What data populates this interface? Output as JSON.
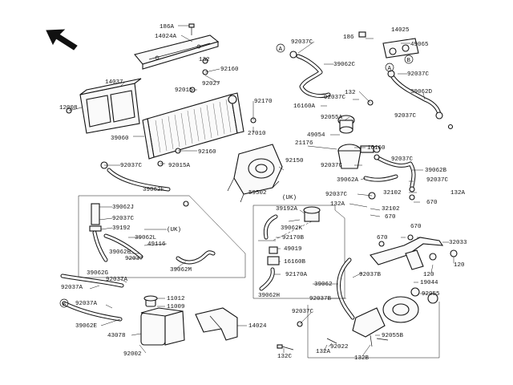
{
  "labels": [
    {
      "id": "l186a",
      "text": "186A"
    },
    {
      "id": "l14024a",
      "text": "14024A"
    },
    {
      "id": "l132_a",
      "text": "132"
    },
    {
      "id": "l92160_a",
      "text": "92160"
    },
    {
      "id": "l92027",
      "text": "92027"
    },
    {
      "id": "l92015",
      "text": "92015"
    },
    {
      "id": "l14037",
      "text": "14037"
    },
    {
      "id": "l12008",
      "text": "12008"
    },
    {
      "id": "l92170",
      "text": "92170"
    },
    {
      "id": "l27010",
      "text": "27010"
    },
    {
      "id": "l39060",
      "text": "39060"
    },
    {
      "id": "l92160_b",
      "text": "92160"
    },
    {
      "id": "l92037c_a",
      "text": "92037C"
    },
    {
      "id": "l92015a",
      "text": "92015A"
    },
    {
      "id": "l92037c_b",
      "text": "92037C"
    },
    {
      "id": "l39062c",
      "text": "39062C"
    },
    {
      "id": "l186",
      "text": "186"
    },
    {
      "id": "l14025",
      "text": "14025"
    },
    {
      "id": "l49065",
      "text": "49065"
    },
    {
      "id": "l92037c_c",
      "text": "92037C"
    },
    {
      "id": "l39062d",
      "text": "39062D"
    },
    {
      "id": "l132_b",
      "text": "132"
    },
    {
      "id": "l92037c_d",
      "text": "92037C"
    },
    {
      "id": "l16160a",
      "text": "16160A"
    },
    {
      "id": "l92055a",
      "text": "92055A"
    },
    {
      "id": "l92037c_e",
      "text": "92037C"
    },
    {
      "id": "l49054",
      "text": "49054"
    },
    {
      "id": "l21176",
      "text": "21176"
    },
    {
      "id": "l16160",
      "text": "16160"
    },
    {
      "id": "l92150",
      "text": "92150"
    },
    {
      "id": "l92037c_f",
      "text": "92037C"
    },
    {
      "id": "l92037c_g",
      "text": "92037C"
    },
    {
      "id": "l39062b",
      "text": "39062B"
    },
    {
      "id": "l39062a",
      "text": "39062A"
    },
    {
      "id": "l92037c_h",
      "text": "92037C"
    },
    {
      "id": "l39062f",
      "text": "39062F"
    },
    {
      "id": "l59502",
      "text": "59502"
    },
    {
      "id": "l92037c_i",
      "text": "92037C"
    },
    {
      "id": "l32102_a",
      "text": "32102"
    },
    {
      "id": "l132a_a",
      "text": "132A"
    },
    {
      "id": "l670_a",
      "text": "670"
    },
    {
      "id": "l132a_b",
      "text": "132A"
    },
    {
      "id": "l32102_b",
      "text": "32102"
    },
    {
      "id": "l670_b",
      "text": "670"
    },
    {
      "id": "l39062j",
      "text": "39062J"
    },
    {
      "id": "l92037c_j",
      "text": "92037C"
    },
    {
      "id": "l39192_a",
      "text": "39192"
    },
    {
      "id": "luk_a",
      "text": "(UK)"
    },
    {
      "id": "l39062l",
      "text": "39062L"
    },
    {
      "id": "l49116",
      "text": "49116"
    },
    {
      "id": "l39062h",
      "text": "39062H"
    },
    {
      "id": "l92037",
      "text": "92037"
    },
    {
      "id": "l39062m",
      "text": "39062M"
    },
    {
      "id": "luk_b",
      "text": "(UK)"
    },
    {
      "id": "l39192a",
      "text": "39192A"
    },
    {
      "id": "l39062k",
      "text": "39062K"
    },
    {
      "id": "l92170b",
      "text": "92170B"
    },
    {
      "id": "l49019",
      "text": "49019"
    },
    {
      "id": "l16160b",
      "text": "16160B"
    },
    {
      "id": "l92170a",
      "text": "92170A"
    },
    {
      "id": "l39062h_b",
      "text": "39062H"
    },
    {
      "id": "l670_c",
      "text": "670"
    },
    {
      "id": "l670_d",
      "text": "670"
    },
    {
      "id": "l32033",
      "text": "32033"
    },
    {
      "id": "l120_a",
      "text": "120"
    },
    {
      "id": "l92037b_a",
      "text": "92037B"
    },
    {
      "id": "l120_b",
      "text": "120"
    },
    {
      "id": "l19044",
      "text": "19044"
    },
    {
      "id": "l39062",
      "text": "39062"
    },
    {
      "id": "l92037b_b",
      "text": "92037B"
    },
    {
      "id": "l92055",
      "text": "92055"
    },
    {
      "id": "l39062g",
      "text": "39062G"
    },
    {
      "id": "l92037a_a",
      "text": "92037A"
    },
    {
      "id": "l92037a_b",
      "text": "92037A"
    },
    {
      "id": "l11012",
      "text": "11012"
    },
    {
      "id": "l11009",
      "text": "11009"
    },
    {
      "id": "l92037a_c",
      "text": "92037A"
    },
    {
      "id": "l39062e",
      "text": "39062E"
    },
    {
      "id": "l43078",
      "text": "43078"
    },
    {
      "id": "l14024",
      "text": "14024"
    },
    {
      "id": "l92002",
      "text": "92002"
    },
    {
      "id": "l92037c_k",
      "text": "92037C"
    },
    {
      "id": "l92055b",
      "text": "92055B"
    },
    {
      "id": "l92022",
      "text": "92022"
    },
    {
      "id": "l132a_c",
      "text": "132A"
    },
    {
      "id": "l132b",
      "text": "132B"
    },
    {
      "id": "l132c",
      "text": "132C"
    }
  ],
  "callouts": [
    "A",
    "B",
    "A",
    "B"
  ]
}
